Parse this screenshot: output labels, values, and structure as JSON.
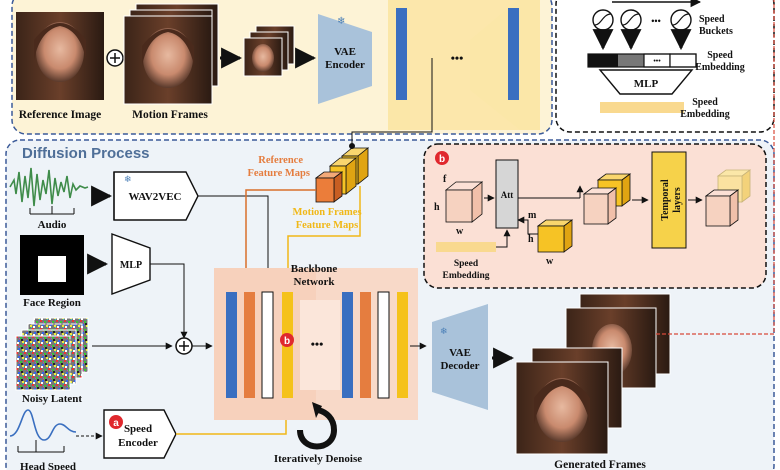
{
  "top_panel": {
    "reference_image_label": "Reference Image",
    "motion_frames_label": "Motion Frames",
    "vae_encoder_label": [
      "VAE",
      "Encoder"
    ],
    "ellipsis": "•••"
  },
  "speed_panel": {
    "speed_buckets_label": [
      "Speed",
      "Buckets"
    ],
    "speed_embedding_label": [
      "Speed",
      "Embedding"
    ],
    "mlp_label": "MLP",
    "speed_embedding_label_2": [
      "Speed",
      "Embedding"
    ],
    "dots": "•••"
  },
  "diffusion": {
    "title": "Diffusion Process",
    "reference_feature_maps": [
      "Reference",
      "Feature Maps"
    ],
    "motion_feature_maps": [
      "Motion Frames",
      "Feature Maps"
    ],
    "audio_label": "Audio",
    "wav2vec_label": "WAV2VEC",
    "face_region_label": "Face Region",
    "mlp_label": "MLP",
    "noisy_latent_label": "Noisy Latent",
    "speed_encoder_label": [
      "Speed",
      "Encoder"
    ],
    "head_speed_label": "Head Speed",
    "backbone_label": [
      "Backbone",
      "Network"
    ],
    "ellipsis": "•••",
    "vae_decoder_label": [
      "VAE",
      "Decoder"
    ],
    "denoise_label": "Iteratively Denoise",
    "generated_frames_label": "Generated Frames",
    "marker_a": "a",
    "marker_b": "b"
  },
  "attention_panel": {
    "marker_b": "b",
    "f_label": "f",
    "h_label": "h",
    "w_label": "w",
    "att_label": "Att",
    "m_label": "m",
    "h2_label": "h",
    "w2_label": "w",
    "speed_embedding_label": [
      "Speed",
      "Embedding"
    ],
    "temporal_label": [
      "Temporal",
      "layers"
    ]
  },
  "colors": {
    "top_panel_bg": "#fdf3d6",
    "diffusion_bg": "#eef3f8",
    "backbone_bg": "#f8d9c8",
    "vae": "#a9c2da",
    "blue_bar": "#3a6fc0",
    "orange_bar": "#e57d3f",
    "yellow_bar": "#f5c21b",
    "marker_red": "#e0282d",
    "feature_yellow": "#f6c325",
    "feature_orange": "#eb7d3a"
  }
}
